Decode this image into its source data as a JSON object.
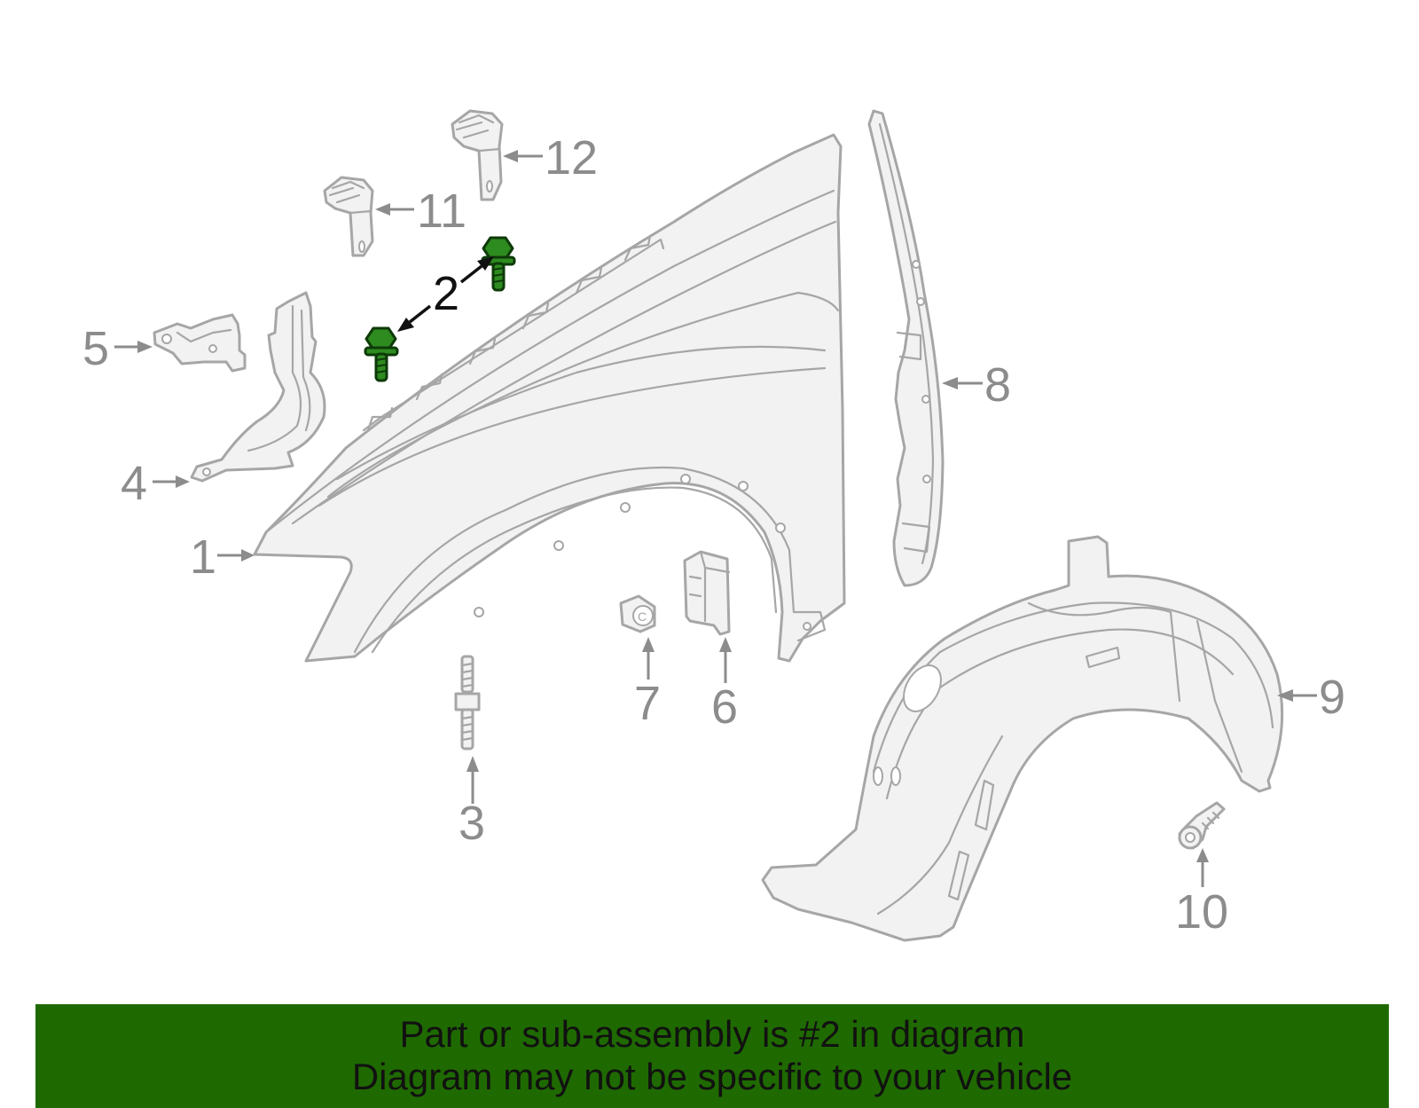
{
  "callouts": {
    "c1": "1",
    "c2": "2",
    "c3": "3",
    "c4": "4",
    "c5": "5",
    "c6": "6",
    "c7": "7",
    "c8": "8",
    "c9": "9",
    "c10": "10",
    "c11": "11",
    "c12": "12"
  },
  "highlighted_part": "2",
  "colors": {
    "highlight_part": "#2e8b1f",
    "banner_background": "#1f6a00",
    "line_art": "#a6a6a6"
  },
  "banner": {
    "line1": "Part or sub-assembly is #2 in diagram",
    "line2": "Diagram may not be specific to your vehicle"
  }
}
